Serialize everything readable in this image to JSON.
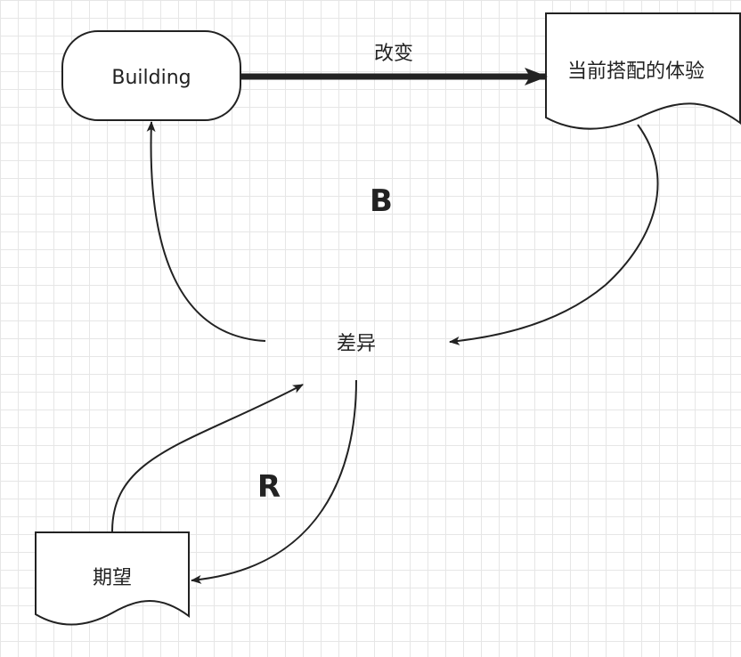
{
  "diagram": {
    "nodes": {
      "building": {
        "label": "Building",
        "shape": "rounded-rectangle"
      },
      "current_experience": {
        "label": "当前搭配的体验",
        "shape": "document"
      },
      "difference": {
        "label": "差异",
        "shape": "text"
      },
      "expectation": {
        "label": "期望",
        "shape": "document"
      }
    },
    "edges": {
      "change": {
        "label": "改变",
        "from": "building",
        "to": "current_experience",
        "style": "thick"
      },
      "experience_to_difference": {
        "from": "current_experience",
        "to": "difference"
      },
      "difference_to_building": {
        "from": "difference",
        "to": "building"
      },
      "expectation_to_difference": {
        "from": "expectation",
        "to": "difference"
      },
      "difference_to_expectation": {
        "from": "difference",
        "to": "expectation"
      }
    },
    "loop_labels": {
      "balancing": "B",
      "reinforcing": "R"
    }
  },
  "colors": {
    "stroke": "#222222",
    "fill": "#ffffff",
    "grid": "#e6e6e6"
  }
}
